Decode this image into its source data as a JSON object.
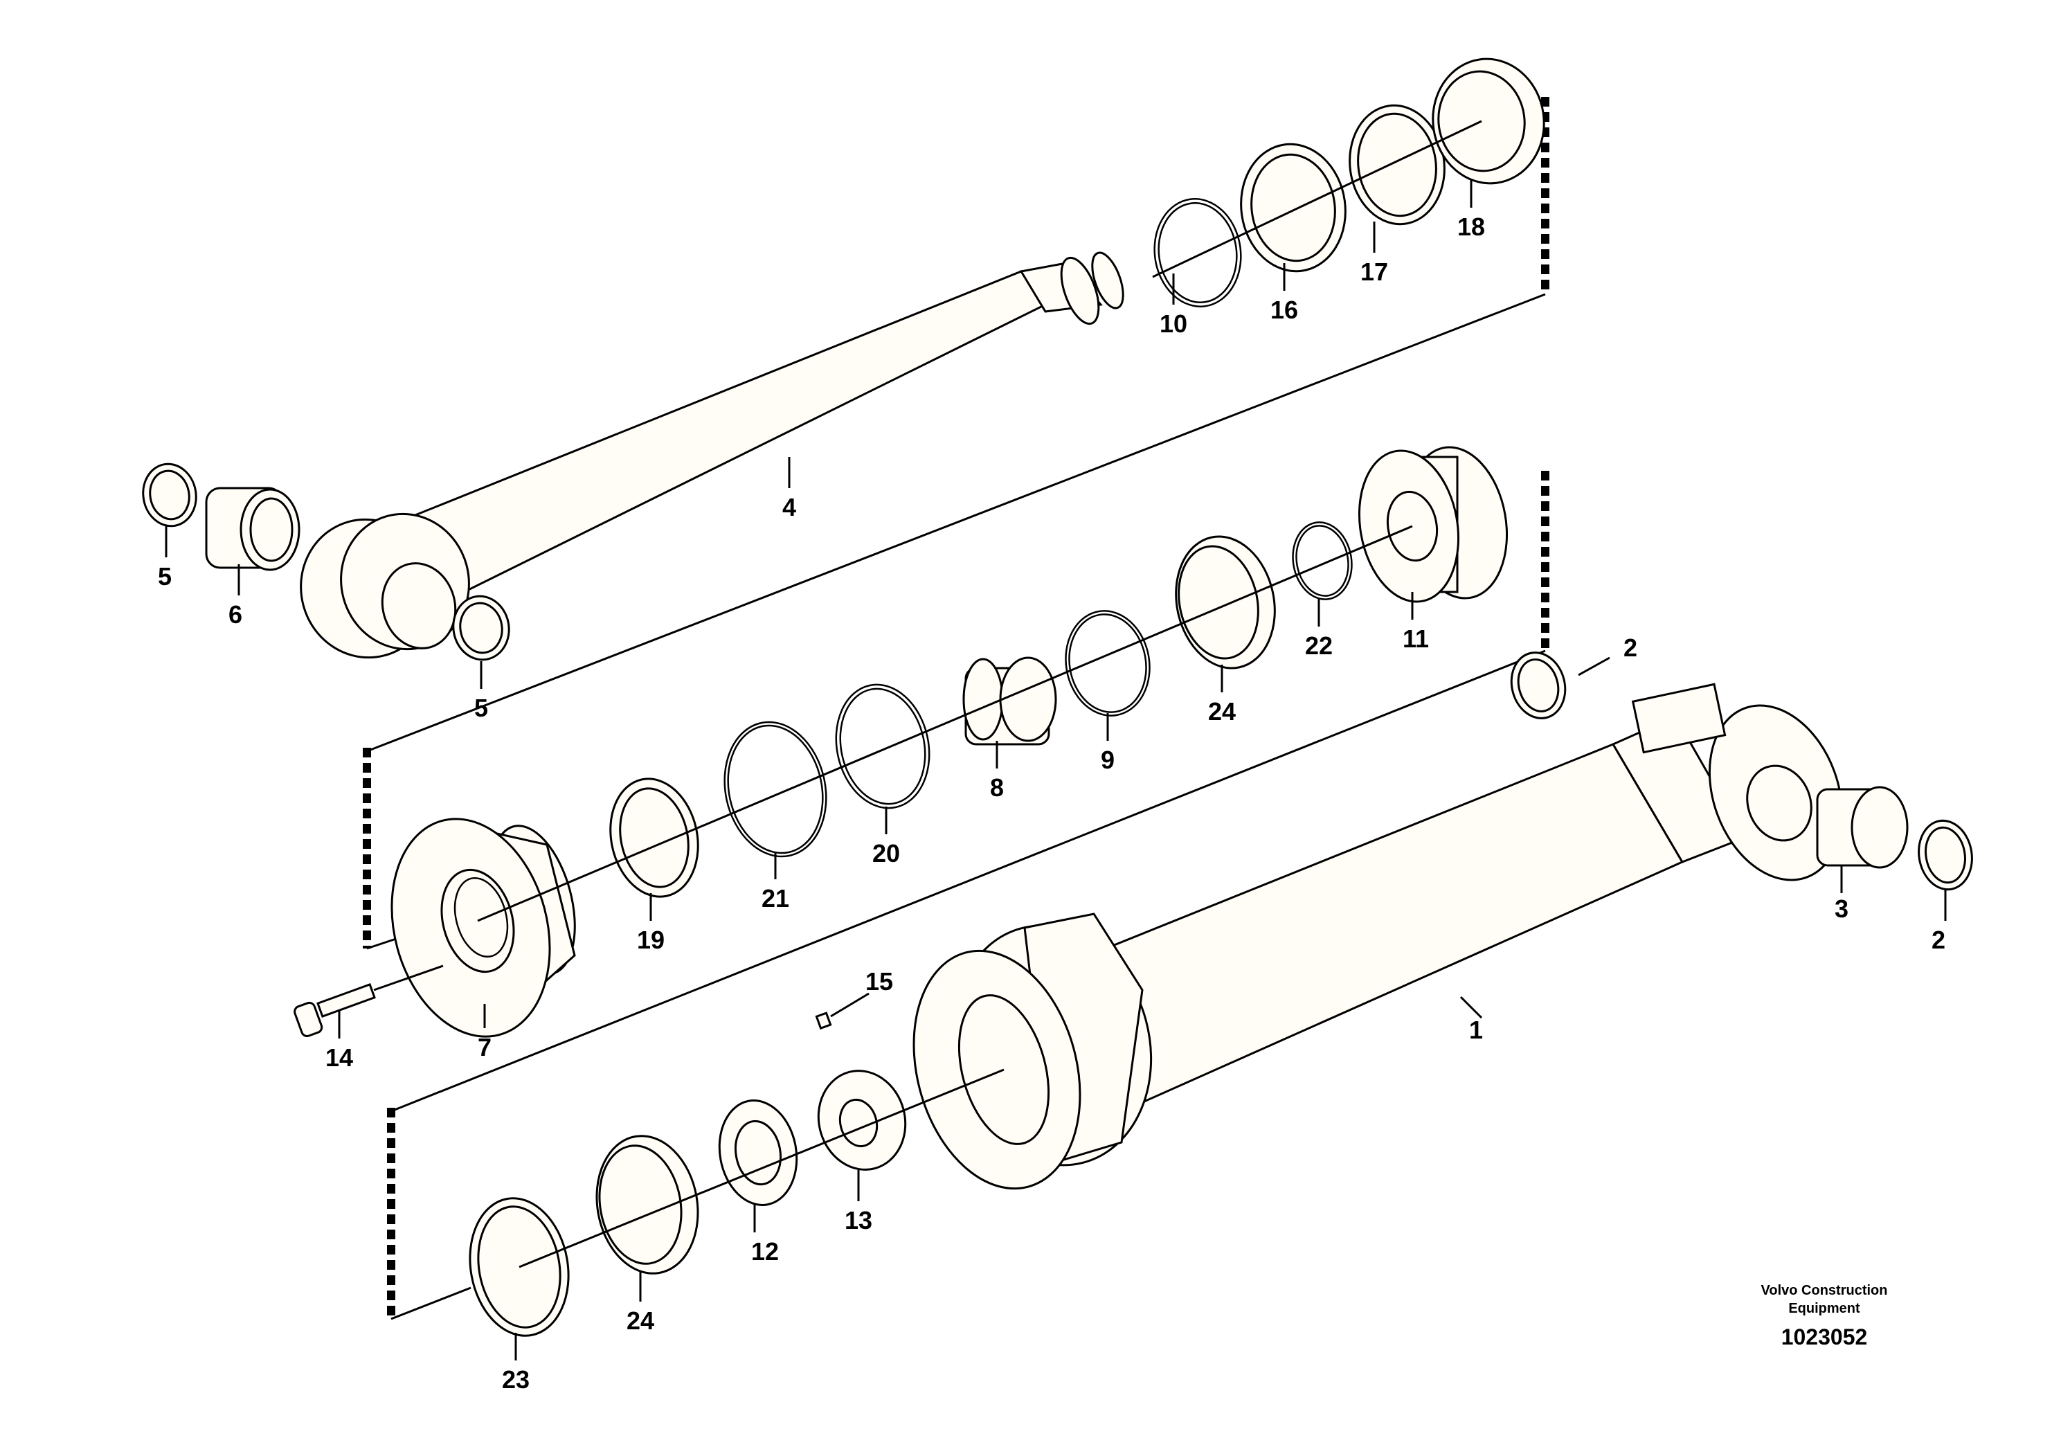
{
  "labels": {
    "p1": "1",
    "p2a": "2",
    "p2b": "2",
    "p3": "3",
    "p4": "4",
    "p5a": "5",
    "p5b": "5",
    "p6": "6",
    "p7": "7",
    "p8": "8",
    "p9": "9",
    "p10": "10",
    "p11": "11",
    "p12": "12",
    "p13": "13",
    "p14": "14",
    "p15": "15",
    "p16": "16",
    "p17": "17",
    "p18": "18",
    "p19": "19",
    "p20": "20",
    "p21": "21",
    "p22": "22",
    "p23": "23",
    "p24a": "24",
    "p24b": "24"
  },
  "brand": {
    "line1": "Volvo Construction",
    "line2": "Equipment",
    "code": "1023052"
  }
}
